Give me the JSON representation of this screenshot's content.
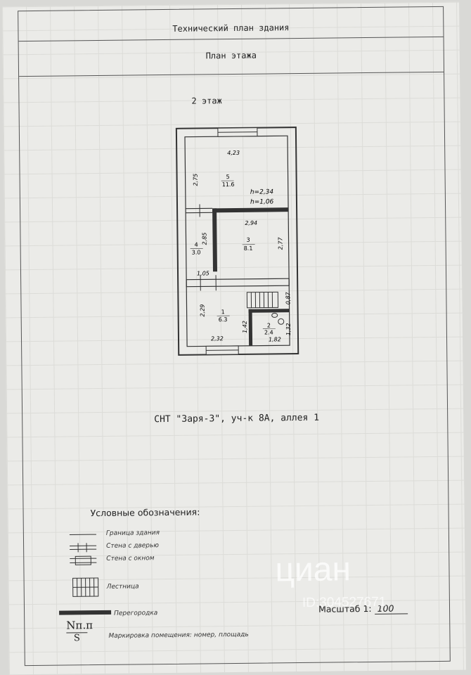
{
  "header": {
    "title": "Технический план здания",
    "subtitle": "План этажа"
  },
  "floor_label": "2 этаж",
  "rooms": [
    {
      "num": "5",
      "area": "11.6"
    },
    {
      "num": "3",
      "area": "8.1"
    },
    {
      "num": "4",
      "area": "3.0"
    },
    {
      "num": "1",
      "area": "6.3"
    },
    {
      "num": "2",
      "area": "2.4"
    }
  ],
  "dims": {
    "d423": "4,23",
    "d275": "2,75",
    "h234": "h=2,34",
    "h106": "h=1,06",
    "d294": "2,94",
    "d285": "2,85",
    "d277": "2,77",
    "d105": "1,05",
    "d087": "0,87",
    "d229": "2,29",
    "d142": "1,42",
    "d132": "1,32",
    "d232": "2,32",
    "d182": "1,82"
  },
  "address": "СНТ \"Заря-3\",  уч-к 8А, аллея 1",
  "legend": {
    "title": "Условные обозначения:",
    "items": [
      "Граница здания",
      "Стена с дверью",
      "Стена с окном",
      "Лестница",
      "Перегородка",
      "Маркировка помещения: номер, площадь"
    ],
    "marker_top": "Nп.п",
    "marker_bottom": "S"
  },
  "scale": {
    "label": "Масштаб 1:",
    "value": "100"
  },
  "watermark": {
    "brand": "циан",
    "id": "ID:304527671"
  }
}
